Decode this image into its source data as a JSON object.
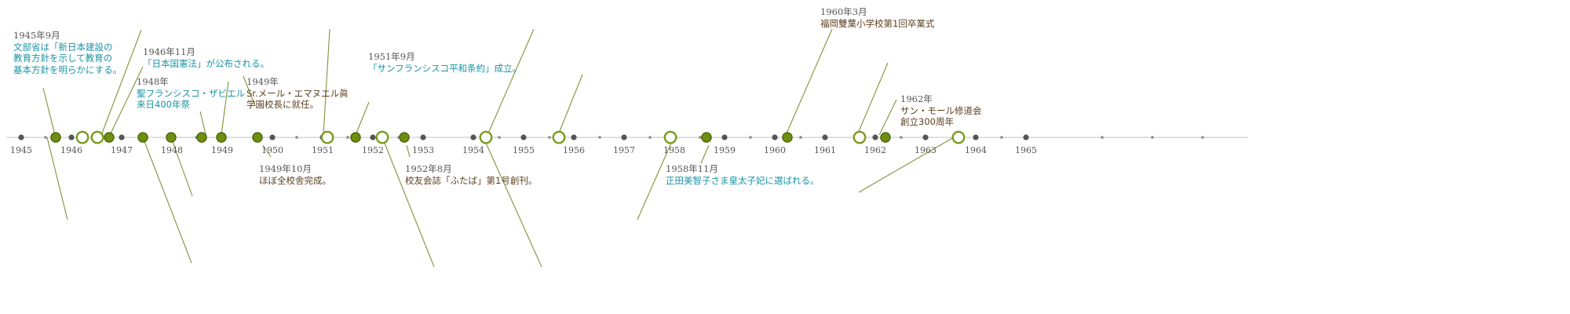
{
  "timeline": {
    "years": [
      "1945",
      "1946",
      "1947",
      "1948",
      "1949",
      "1950",
      "1951",
      "1952",
      "1953",
      "1954",
      "1955",
      "1956",
      "1957",
      "1958",
      "1959",
      "1960",
      "1961",
      "1962",
      "1963",
      "1964",
      "1965"
    ]
  },
  "events": {
    "e1945_09": {
      "date": "1945年9月",
      "text": "文部省は「新日本建設の\n教育方針を示して教育の\n基本方針を明らかにする。"
    },
    "e1946_11": {
      "date": "1946年11月",
      "text": "「日本国憲法」が公布される。"
    },
    "e1948": {
      "date": "1948年",
      "text": "聖フランシスコ・ザビエル\n来日400年祭"
    },
    "e1949": {
      "date": "1949年",
      "text": "Sr.メール・エマヌエル眞\n学園校長に就任。"
    },
    "e1949_10": {
      "date": "1949年10月",
      "text": "ほぼ全校舎完成。"
    },
    "e1951_09": {
      "date": "1951年9月",
      "text": "「サンフランシスコ平和条約」成立。"
    },
    "e1952_08": {
      "date": "1952年8月",
      "text": "校友会誌「ふたば」第1号創刊。"
    },
    "e1958_11": {
      "date": "1958年11月",
      "text": "正田美智子さま皇太子妃に選ばれる。"
    },
    "e1960_03": {
      "date": "1960年3月",
      "text": "福岡雙葉小学校第1回卒業式"
    },
    "e1962": {
      "date": "1962年",
      "text": "サン・モール修道会\n創立300周年"
    }
  },
  "colors": {
    "accent_green": "#6e8e10",
    "teal_text": "#1a93a6",
    "brown_text": "#5b3f1e",
    "axis_gray": "#d6d6d6"
  }
}
